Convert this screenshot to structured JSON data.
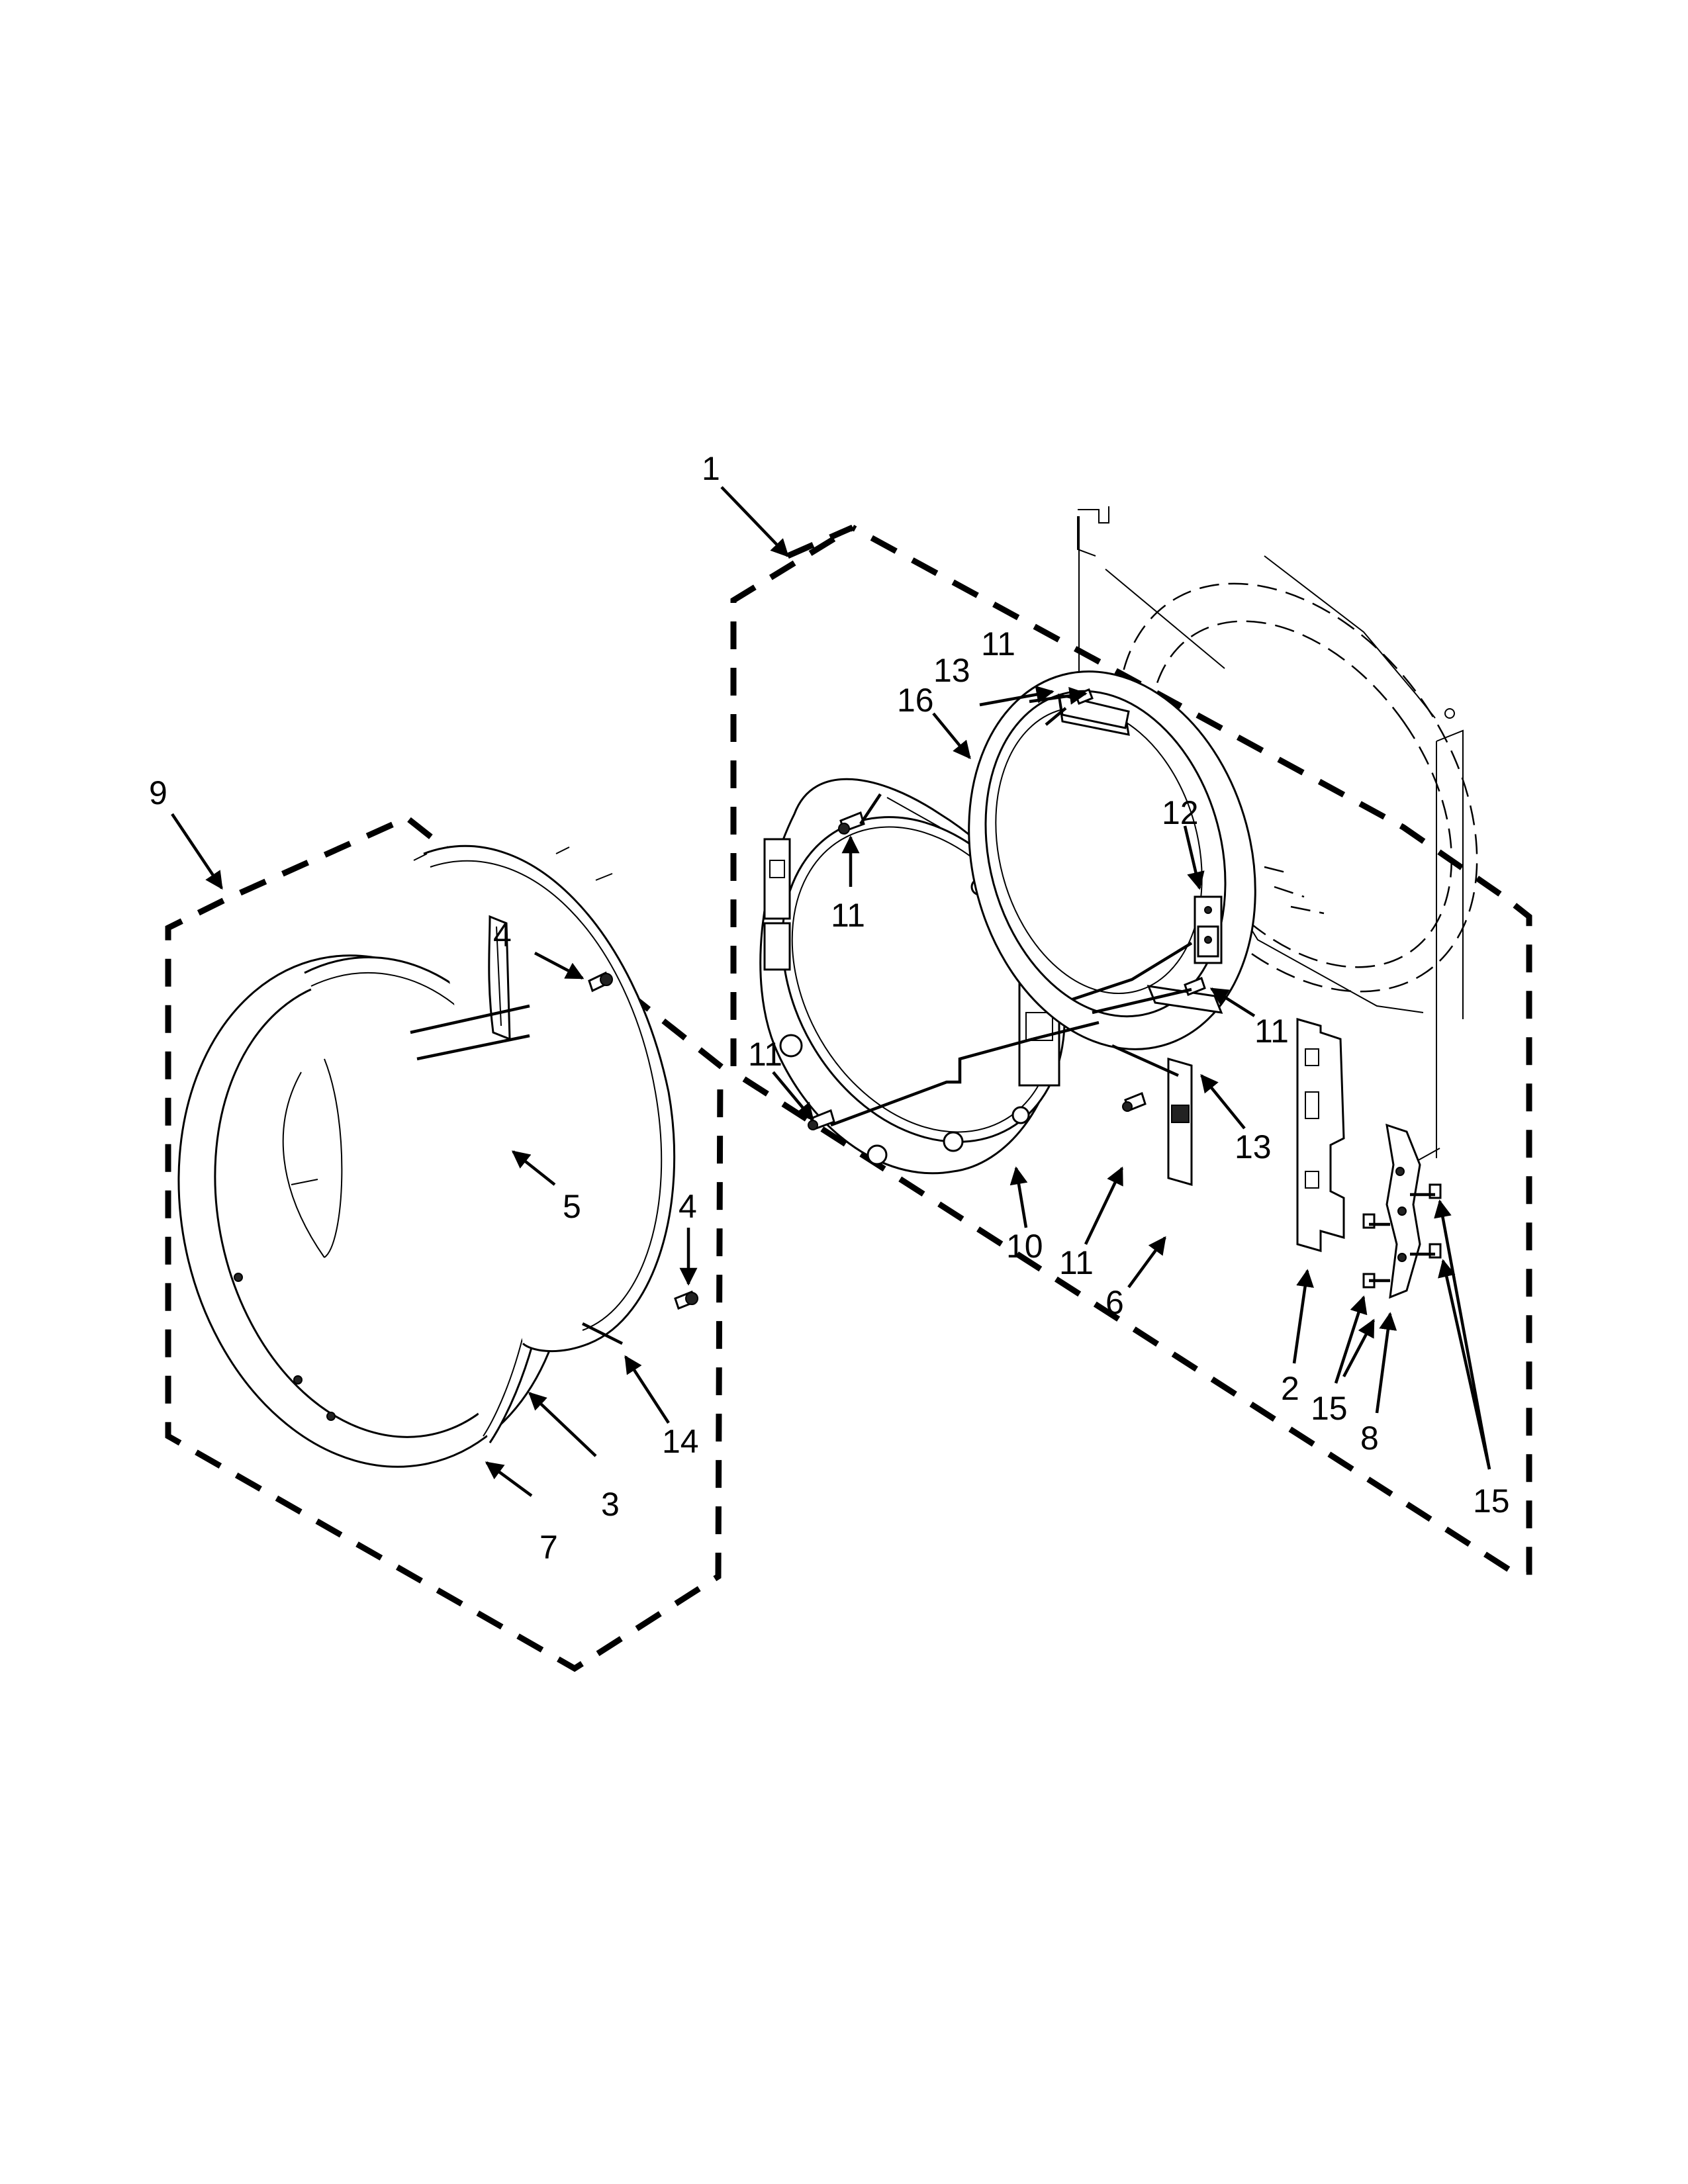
{
  "callouts": {
    "c1": "1",
    "c2": "2",
    "c3": "3",
    "c4a": "4",
    "c4b": "4",
    "c5": "5",
    "c6": "6",
    "c7": "7",
    "c8": "8",
    "c9": "9",
    "c10": "10",
    "c11a": "11",
    "c11b": "11",
    "c11c": "11",
    "c11d": "11",
    "c11e": "11",
    "c12": "12",
    "c13a": "13",
    "c13b": "13",
    "c14": "14",
    "c15a": "15",
    "c15b": "15",
    "c16": "16"
  }
}
